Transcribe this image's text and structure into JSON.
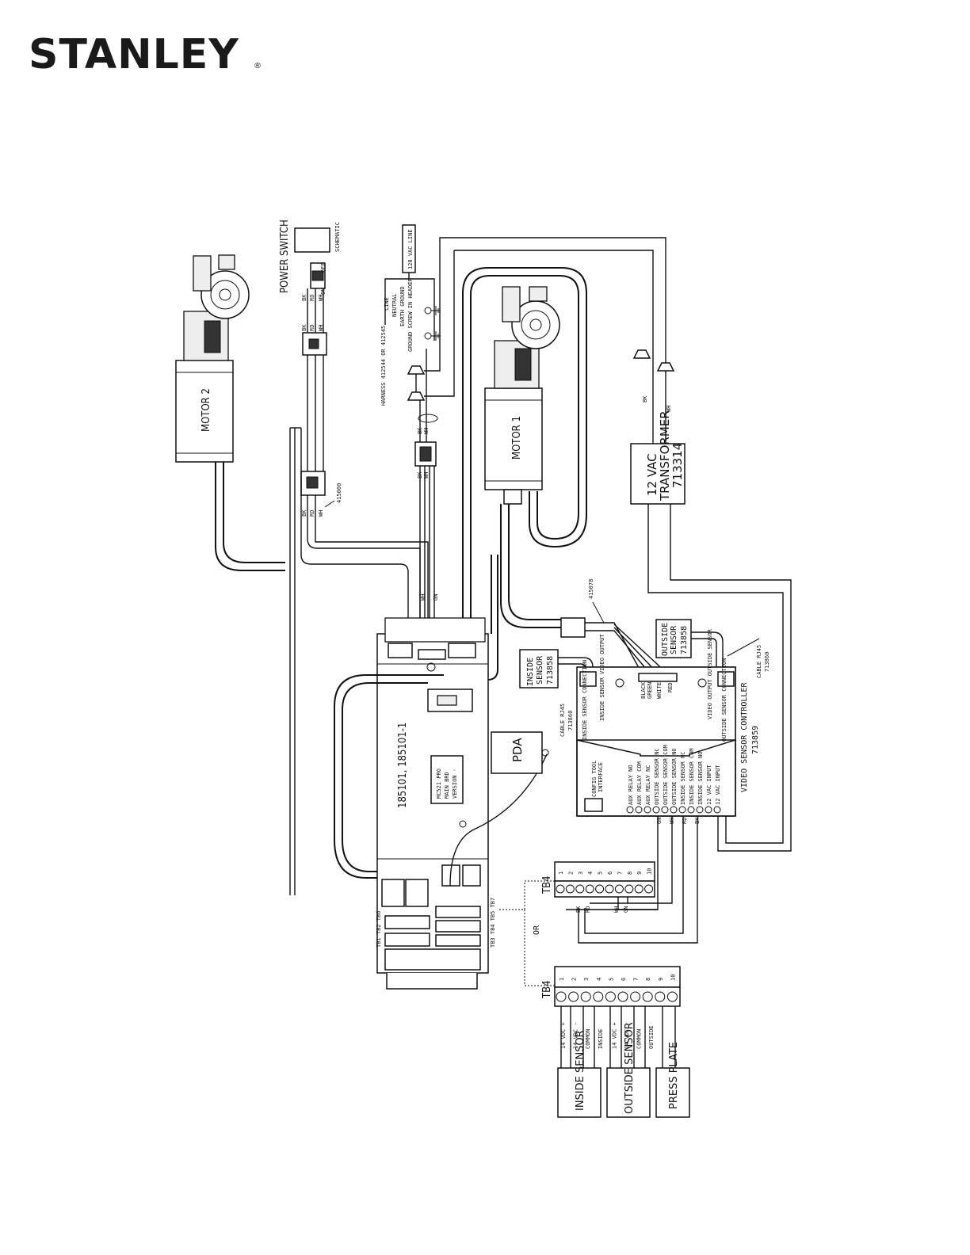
{
  "brand": {
    "name": "STANLEY",
    "mark": "®"
  },
  "labels": {
    "motor1": "MOTOR 1",
    "motor2": "MOTOR 2",
    "power_switch": "POWER SWITCH",
    "switch_off": "OFF",
    "switch_on": "ON",
    "schematic": "SCHEMATIC",
    "line_120vac": "120 VAC LINE",
    "line": "LINE",
    "neutral": "NEUTRAL",
    "earth_ground": "EARTH GROUND",
    "ground_screw": "GROUND SCREW IN HEADER",
    "harness": "HARNESS 412544 OR 412545",
    "harness_415000": "415000",
    "part_415078": "415078",
    "transformer_line1": "12 VAC",
    "transformer_line2": "TRANSFORMER",
    "transformer_part": "713314",
    "outside_sensor_l1": "OUTSIDE",
    "outside_sensor_l2": "SENSOR",
    "outside_sensor_part": "713858",
    "inside_sensor_l1": "INSIDE",
    "inside_sensor_l2": "SENSOR",
    "inside_sensor_part": "713858",
    "cable_rj45": "CABLE RJ45",
    "cable_part": "713860",
    "controller_main": "185101, 185101-1",
    "controller_label_l1": "MC521 PRO",
    "controller_label_l2": "MAIN BRD",
    "controller_label_l3": "VERSION ◦",
    "pda": "PDA",
    "video_sensor_controller": "VIDEO SENSOR CONTROLLER",
    "video_sensor_part": "713859",
    "inside_sensor_connection": "INSIDE SENSOR CONNECTION",
    "inside_sensor_video_output": "INSIDE SENSOR VIDEO OUTPUT",
    "outside_video_output": "VIDEO OUTPUT OUTSIDE SENSOR",
    "outside_sensor_connection": "OUTSIDE SENSOR CONNECTION",
    "config_tool": "CONFIG TOOL",
    "interface": "INTERFACE",
    "black": "BLACK",
    "green": "GREEN",
    "white": "WHITE",
    "red": "RED",
    "tb4": "TB4",
    "or": "OR",
    "tb_labels": "TB1  TB2  TB6",
    "tb_labels2": "TB3  TB4  TB5  TB7",
    "inside_sensor_box": "INSIDE SENSOR",
    "outside_sensor_box": "OUTSIDE SENSOR",
    "press_plate": "PRESS PLATE"
  },
  "wire_codes": {
    "bk": "BK",
    "rd": "RD",
    "wh": "WH",
    "gn": "GN"
  },
  "terminals": {
    "vsc": [
      "AUX RELAY NO",
      "AUX RELAY COM",
      "AUX RELAY NC",
      "OUTSIDE SENSOR NC",
      "OUTSIDE SENSOR COM",
      "OUTSIDE SENSOR NO",
      "INSIDE SENSOR NC",
      "INSIDE SENSOR COM",
      "INSIDE SENSOR NO",
      "12 VAC INPUT",
      "12 VAC INPUT"
    ],
    "tb4_top_numbers": [
      "1",
      "2",
      "3",
      "4",
      "5",
      "6",
      "7",
      "8",
      "9",
      "10"
    ],
    "tb4_bottom_numbers": [
      "1",
      "2",
      "3",
      "4",
      "5",
      "6",
      "7",
      "8",
      "9",
      "10"
    ],
    "tb4_bottom_labels": [
      "14 VDC +",
      "14 VDC -",
      "COMMON",
      "INSIDE",
      "14 VDC +",
      "14 VDC -",
      "COMMON",
      "OUTSIDE"
    ]
  }
}
